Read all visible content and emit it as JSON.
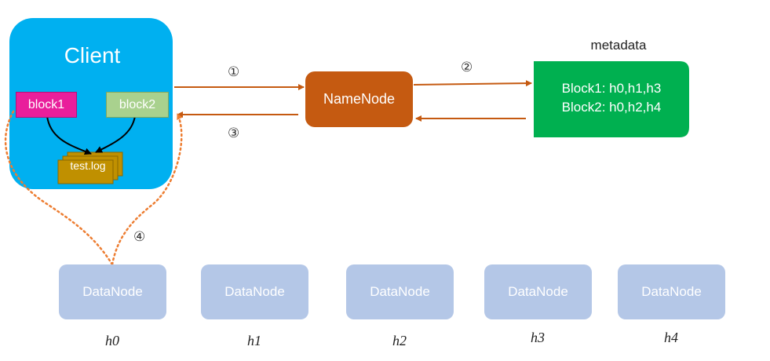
{
  "client": {
    "title": "Client",
    "block1": "block1",
    "block2": "block2",
    "file": "test.log"
  },
  "namenode": {
    "label": "NameNode"
  },
  "metadata": {
    "title": "metadata",
    "lines": [
      "Block1: h0,h1,h3",
      "Block2: h0,h2,h4"
    ]
  },
  "steps": [
    "①",
    "②",
    "③",
    "④"
  ],
  "datanodes": [
    {
      "label": "DataNode",
      "host": "h0"
    },
    {
      "label": "DataNode",
      "host": "h1"
    },
    {
      "label": "DataNode",
      "host": "h2"
    },
    {
      "label": "DataNode",
      "host": "h3"
    },
    {
      "label": "DataNode",
      "host": "h4"
    }
  ],
  "colors": {
    "client": "#00b0f0",
    "block1": "#e91e9b",
    "block2": "#a9d18e",
    "file": "#c09000",
    "namenode": "#c55a11",
    "metadata": "#00b050",
    "datanode": "#b4c7e7",
    "arrow": "#c55a11",
    "dotted": "#ed7d31"
  }
}
